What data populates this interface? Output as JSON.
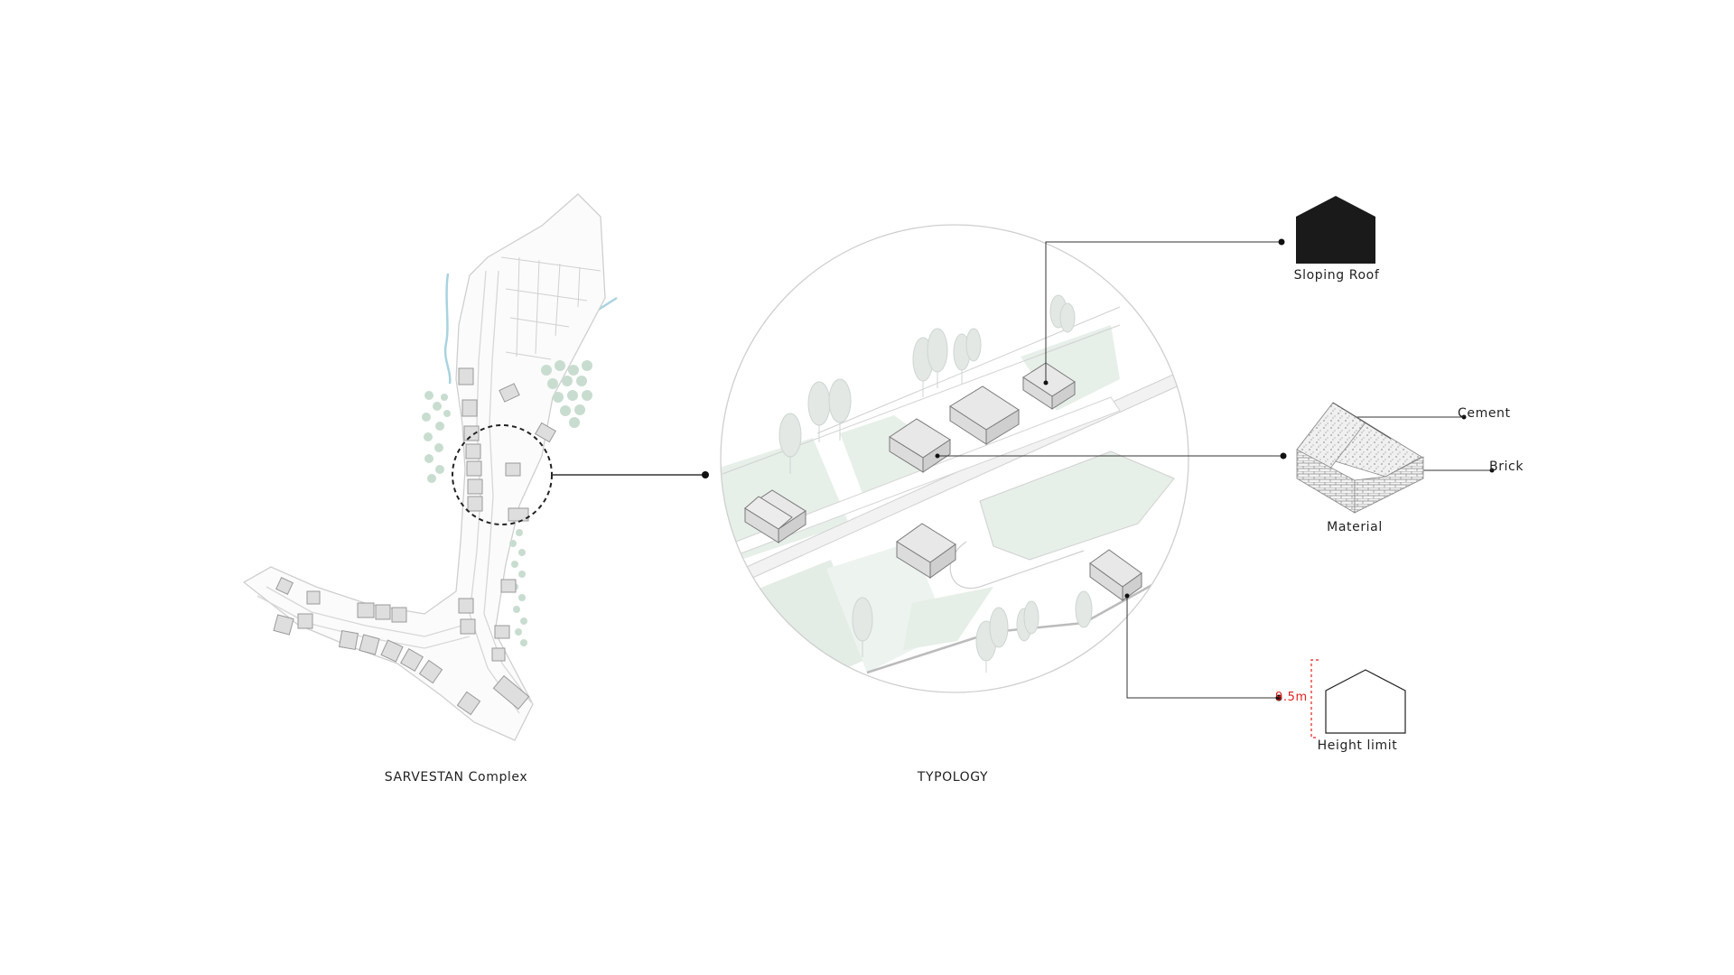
{
  "labels": {
    "site_title": "SARVESTAN Complex",
    "typology_title": "TYPOLOGY",
    "roof_label": "Sloping Roof",
    "material_label": "Material",
    "cement_label": "Cement",
    "brick_label": "Brick",
    "height_label": "Height limit",
    "height_value": "9.5m"
  },
  "colors": {
    "line": "#cfcfcf",
    "connector": "#333333",
    "tree_green": "#c8ddd0",
    "field_green": "#e7efe9",
    "house_fill": "#dedede",
    "river": "#a9d3e0",
    "roof_black": "#1a1a1a",
    "height_red": "#e3201b"
  }
}
